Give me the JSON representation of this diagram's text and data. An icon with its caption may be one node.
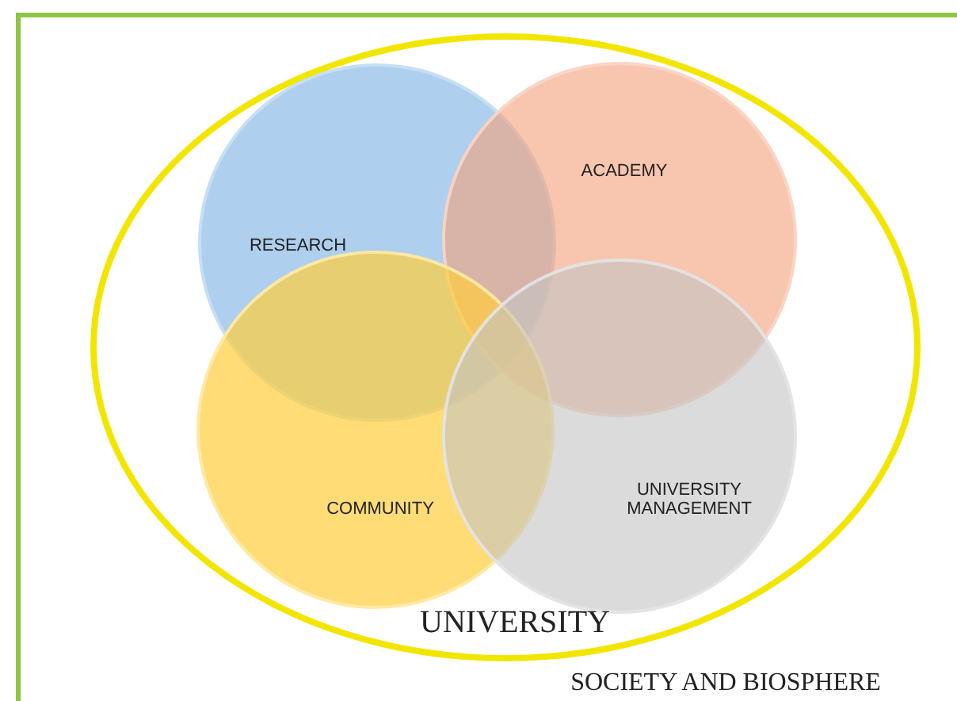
{
  "diagram": {
    "nodes": [
      {
        "text": [
          "SOCIETY AND BIOSPHERE"
        ]
      },
      {
        "text": [
          "UNIVERSITY"
        ],
        "in": 0
      },
      {
        "text": [
          "RESEARCH"
        ],
        "in": 1
      },
      {
        "text": [
          "ACADEMY"
        ],
        "in": 1
      },
      {
        "text": [
          "COMMUNITY"
        ],
        "in": 1
      },
      {
        "text": [
          "UNIVERSITY MANAGEMENT"
        ],
        "in": 1
      }
    ],
    "edges": []
  }
}
